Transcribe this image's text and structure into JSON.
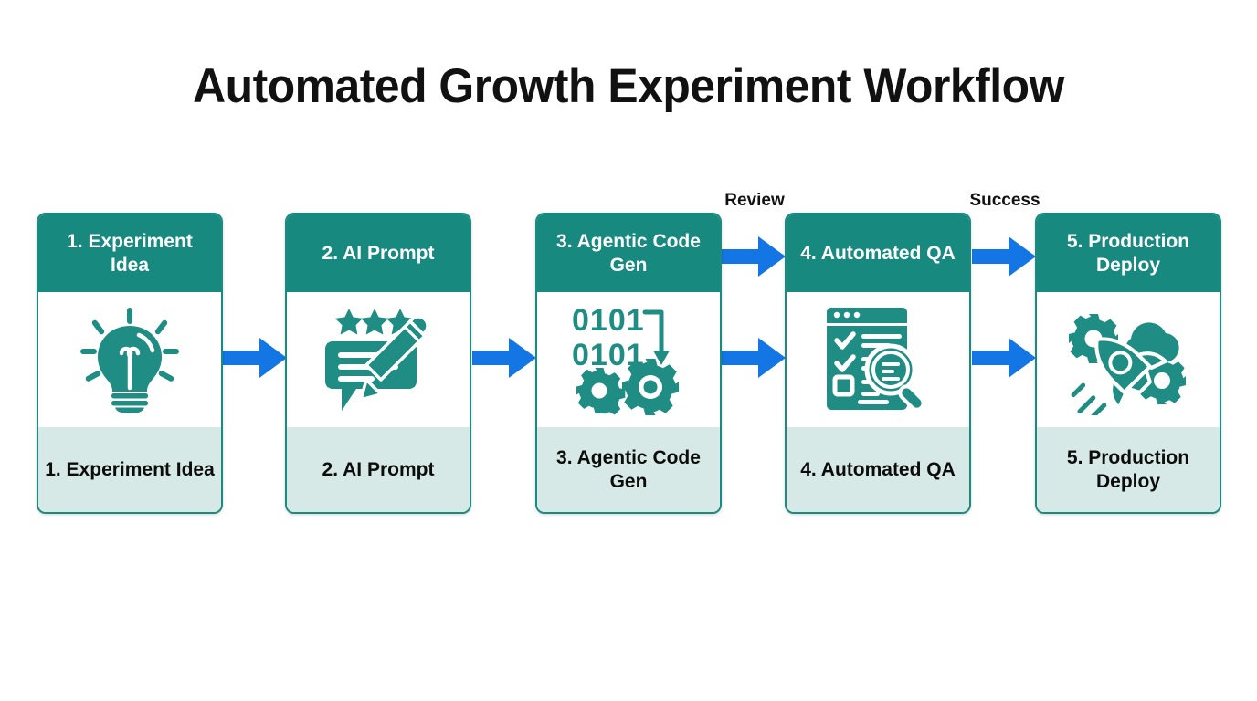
{
  "page": {
    "title": "Automated Growth Experiment Workflow",
    "background_color": "#ffffff"
  },
  "theme": {
    "teal_header": "#17897e",
    "teal_border": "#1b8a80",
    "mint_footer": "#d7e9e6",
    "arrow_blue": "#1476e4",
    "icon_teal": "#1f8d83",
    "text_dark": "#0c0c0c",
    "text_light": "#ffffff"
  },
  "nodes": [
    {
      "id": "experiment-idea",
      "header_label": "1. Experiment Idea",
      "footer_label": "1. Experiment Idea",
      "icon": "lightbulb-icon"
    },
    {
      "id": "ai-prompt",
      "header_label": "2. AI Prompt",
      "footer_label": "2. AI Prompt",
      "icon": "speech-bubble-pencil-stars-icon"
    },
    {
      "id": "agentic-code-gen",
      "header_label": "3. Agentic Code Gen",
      "footer_label": "3. Agentic Code Gen",
      "icon": "binary-code-gears-icon"
    },
    {
      "id": "automated-qa",
      "header_label": "4. Automated QA",
      "footer_label": "4. Automated QA",
      "icon": "checklist-magnifier-icon"
    },
    {
      "id": "production-deploy",
      "header_label": "5. Production Deploy",
      "footer_label": "5. Production Deploy",
      "icon": "rocket-cloud-gears-icon"
    }
  ],
  "edges": [
    {
      "id": "edge-1-2",
      "from": "experiment-idea",
      "to": "ai-prompt",
      "label": ""
    },
    {
      "id": "edge-2-3",
      "from": "ai-prompt",
      "to": "agentic-code-gen",
      "label": ""
    },
    {
      "id": "edge-3-4-top",
      "from": "agentic-code-gen",
      "to": "automated-qa",
      "label": "Review"
    },
    {
      "id": "edge-3-4-mid",
      "from": "agentic-code-gen",
      "to": "automated-qa",
      "label": ""
    },
    {
      "id": "edge-4-5-top",
      "from": "automated-qa",
      "to": "production-deploy",
      "label": "Success"
    },
    {
      "id": "edge-4-5-mid",
      "from": "automated-qa",
      "to": "production-deploy",
      "label": ""
    }
  ],
  "edge_labels": {
    "review": "Review",
    "success": "Success"
  }
}
